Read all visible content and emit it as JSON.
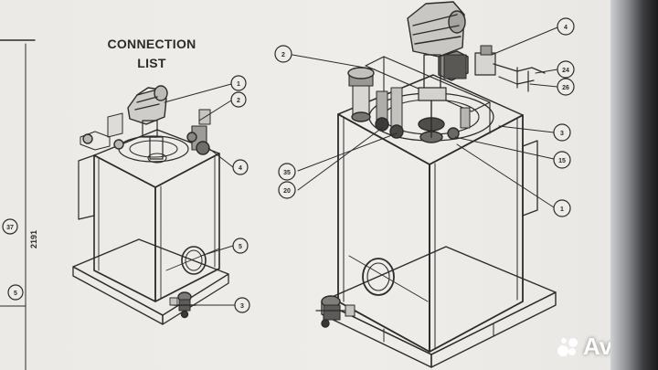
{
  "title_line1": "CONNECTION",
  "title_line2": "LIST",
  "dimension_label": "2191",
  "left_edge_labels": [
    "37",
    "5"
  ],
  "left_unit_callouts": [
    "1",
    "2",
    "4",
    "5",
    "3"
  ],
  "right_unit_callouts": [
    "2",
    "4",
    "24",
    "26",
    "3",
    "15",
    "35",
    "20",
    "1"
  ],
  "watermark": "Avito",
  "colors": {
    "paper": "#eceae6",
    "line": "#2b2b2b",
    "bezel_dark": "#1b1b1d"
  }
}
